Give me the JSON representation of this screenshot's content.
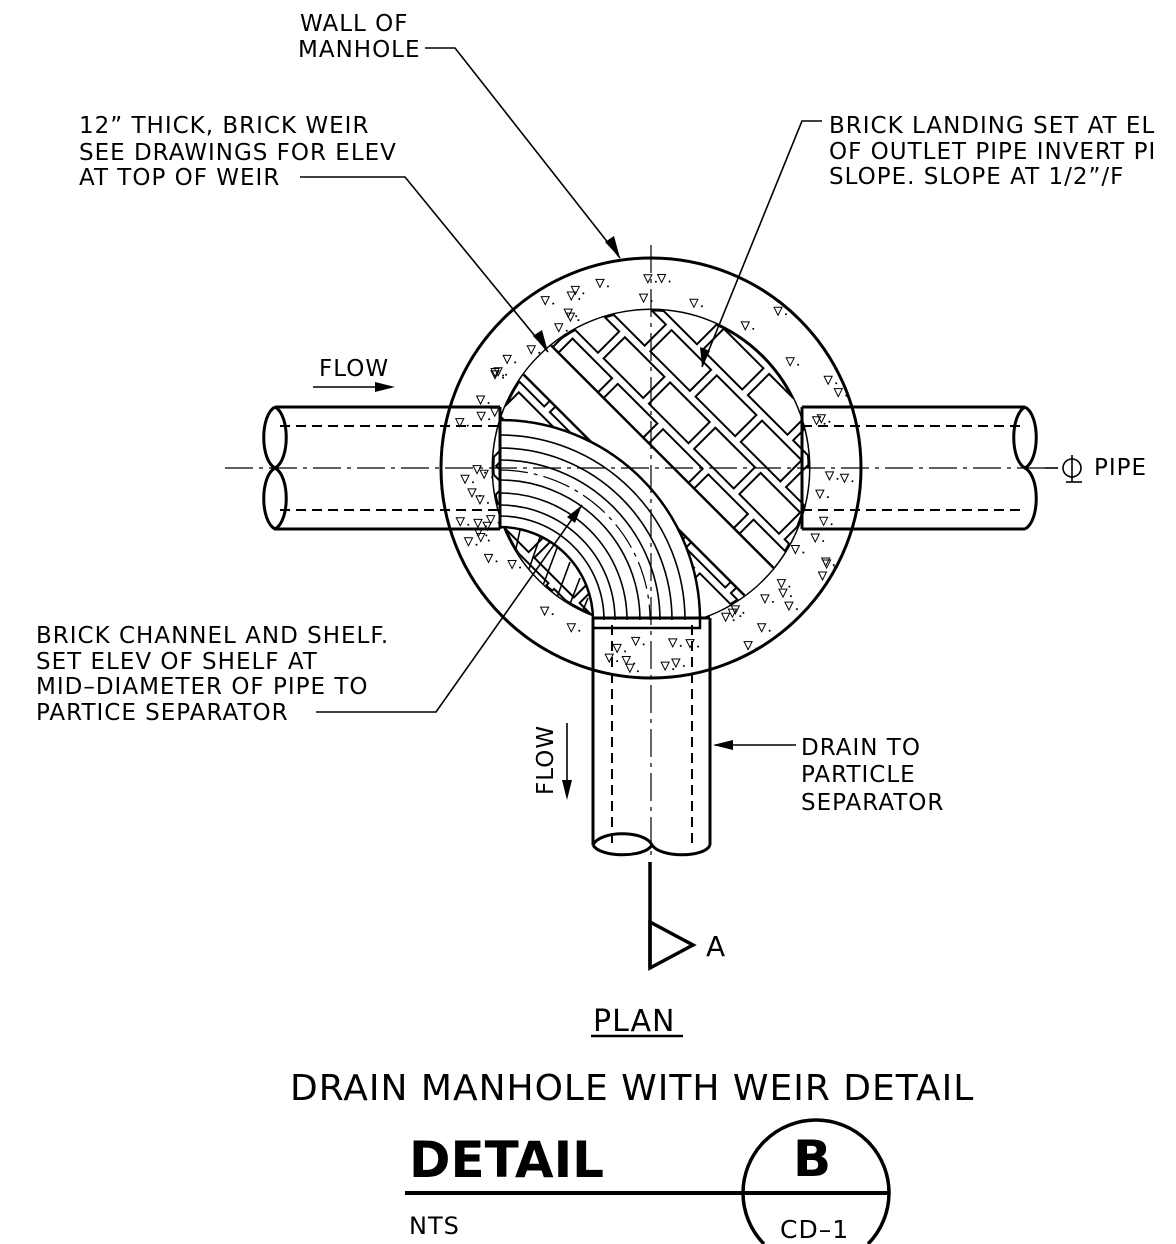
{
  "labels": {
    "wall_line1": "WALL OF",
    "wall_line2": "MANHOLE",
    "weir_line1": "12” THICK, BRICK WEIR",
    "weir_line2": "SEE DRAWINGS FOR ELEV",
    "weir_line3": "AT TOP OF WEIR",
    "landing_line1": "BRICK LANDING SET AT EL",
    "landing_line2": "OF OUTLET PIPE INVERT PI",
    "landing_line3": "SLOPE.  SLOPE AT 1/2”/F",
    "flow_in": "FLOW",
    "flow_down": "FLOW",
    "cl_pipe": "PIPE",
    "channel_line1": "BRICK CHANNEL AND SHELF.",
    "channel_line2": "SET ELEV OF SHELF AT",
    "channel_line3": "MID–DIAMETER OF PIPE TO",
    "channel_line4": "PARTICE SEPARATOR",
    "drain_line1": "DRAIN TO",
    "drain_line2": "PARTICLE",
    "drain_line3": "SEPARATOR",
    "section_marker": "A",
    "view_name": "PLAN",
    "title": "DRAIN MANHOLE WITH WEIR DETAIL"
  },
  "title_block": {
    "detail_word": "DETAIL",
    "detail_letter": "B",
    "scale": "NTS",
    "sheet": "CD–1"
  }
}
